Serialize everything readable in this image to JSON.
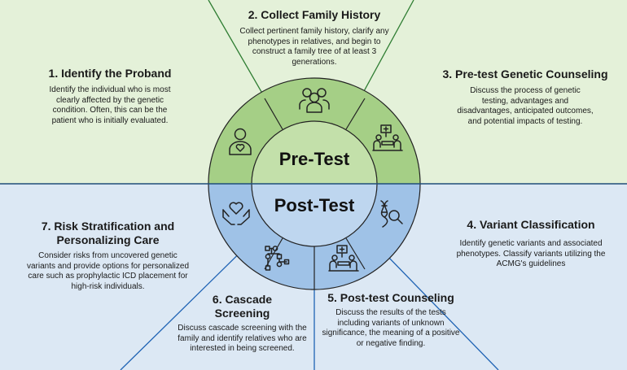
{
  "colors": {
    "pre_bg": "#e4f1d9",
    "pre_ring": "#a5cf86",
    "pre_center": "#c3e0aa",
    "post_bg": "#dce8f4",
    "post_ring": "#9fc2e7",
    "post_center": "#bed6ef",
    "divider": "#1f4e79",
    "outline": "#222222",
    "ray_pre": "#2e7d32",
    "ray_post": "#1f63b4"
  },
  "center": {
    "pre_label": "Pre-Test",
    "post_label": "Post-Test"
  },
  "steps": [
    {
      "title": "1. Identify the Proband",
      "text": "Identify the individual who is most clearly affected by the genetic condition. Often, this can be the patient who is initially evaluated.",
      "icon": "patient-heart-icon"
    },
    {
      "title": "2. Collect Family History",
      "text": "Collect pertinent family history, clarify any phenotypes in relatives, and begin to construct a family tree of at least 3 generations.",
      "icon": "family-group-icon"
    },
    {
      "title": "3. Pre-test Genetic Counseling",
      "text": "Discuss the process of genetic testing, advantages and disadvantages, anticipated outcomes, and potential impacts of testing.",
      "icon": "counseling-session-icon"
    },
    {
      "title": "4. Variant Classification",
      "text": "Identify genetic variants and associated phenotypes. Classify variants utilizing the ACMG's guidelines",
      "icon": "dna-magnifier-icon"
    },
    {
      "title": "5. Post-test Counseling",
      "text": "Discuss the results of the tests including variants of unknown significance, the meaning of a positive or negative finding.",
      "icon": "counseling-session-icon"
    },
    {
      "title": "6. Cascade Screening",
      "text": "Discuss cascade screening with the family and identify relatives who are interested in being screened.",
      "icon": "pedigree-tree-icon"
    },
    {
      "title": "7. Risk Stratification and Personalizing Care",
      "text": "Consider risks from uncovered genetic variants and provide options for personalized care such as prophylactic ICD placement for high-risk individuals.",
      "icon": "hands-heart-icon"
    }
  ]
}
